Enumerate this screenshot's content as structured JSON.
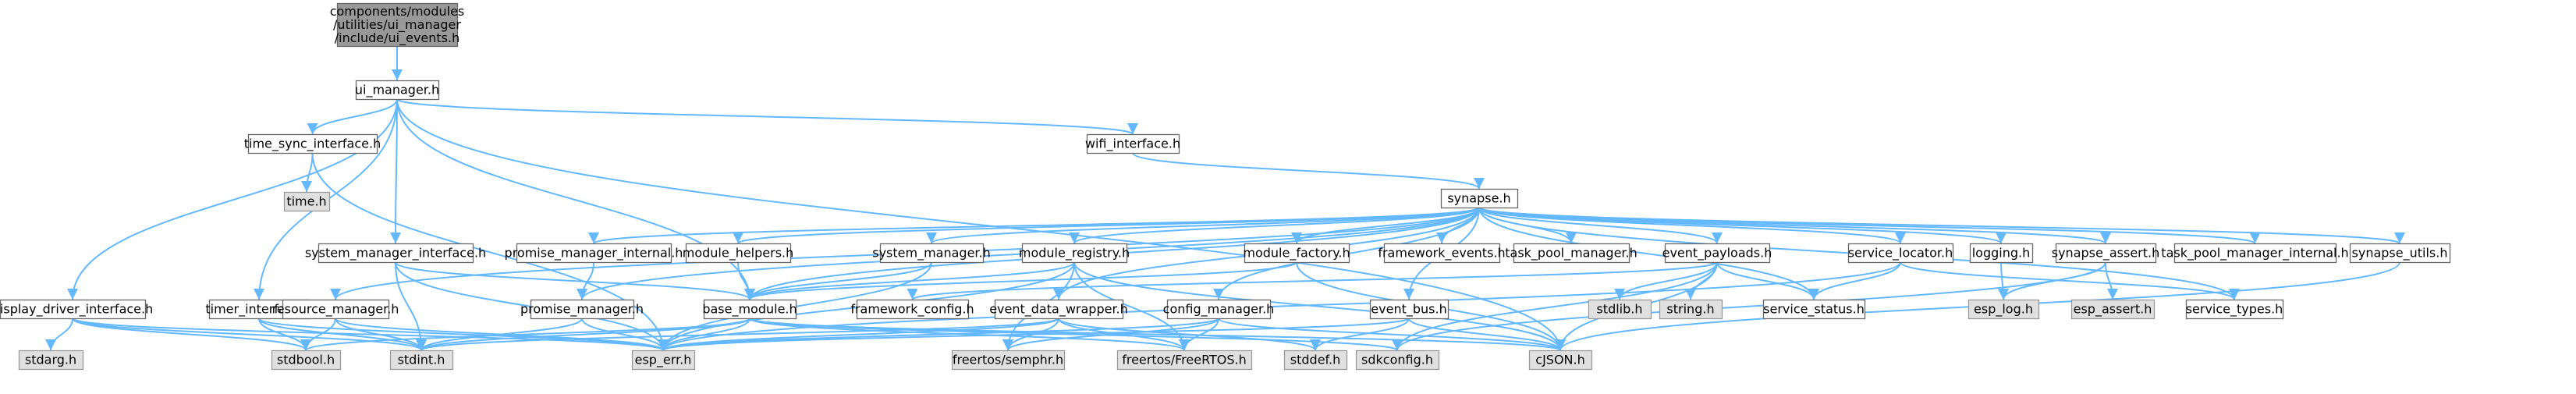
{
  "colors": {
    "edge": "#63b8ff",
    "documented_fill": "#ffffff",
    "undocumented_fill": "#e0e0e0",
    "root_fill": "#999999",
    "border": "#666666"
  },
  "graph": {
    "nodes": [
      {
        "id": "root",
        "lines": [
          "components/modules",
          "/utilities/ui_manager",
          "/include/ui_events.h"
        ],
        "kind": "root"
      },
      {
        "id": "ui_manager",
        "lines": [
          "ui_manager.h"
        ],
        "kind": "doc"
      },
      {
        "id": "time_sync_interface",
        "lines": [
          "time_sync_interface.h"
        ],
        "kind": "doc"
      },
      {
        "id": "wifi_interface",
        "lines": [
          "wifi_interface.h"
        ],
        "kind": "doc"
      },
      {
        "id": "time",
        "lines": [
          "time.h"
        ],
        "kind": "ext"
      },
      {
        "id": "synapse",
        "lines": [
          "synapse.h"
        ],
        "kind": "doc"
      },
      {
        "id": "system_manager_interface",
        "lines": [
          "system_manager_interface.h"
        ],
        "kind": "doc"
      },
      {
        "id": "promise_manager_internal",
        "lines": [
          "promise_manager_internal.h"
        ],
        "kind": "doc"
      },
      {
        "id": "module_helpers",
        "lines": [
          "module_helpers.h"
        ],
        "kind": "doc"
      },
      {
        "id": "system_manager",
        "lines": [
          "system_manager.h"
        ],
        "kind": "doc"
      },
      {
        "id": "module_registry",
        "lines": [
          "module_registry.h"
        ],
        "kind": "doc"
      },
      {
        "id": "module_factory",
        "lines": [
          "module_factory.h"
        ],
        "kind": "doc"
      },
      {
        "id": "framework_events",
        "lines": [
          "framework_events.h"
        ],
        "kind": "doc"
      },
      {
        "id": "task_pool_manager",
        "lines": [
          "task_pool_manager.h"
        ],
        "kind": "doc"
      },
      {
        "id": "event_payloads",
        "lines": [
          "event_payloads.h"
        ],
        "kind": "doc"
      },
      {
        "id": "service_locator",
        "lines": [
          "service_locator.h"
        ],
        "kind": "doc"
      },
      {
        "id": "logging",
        "lines": [
          "logging.h"
        ],
        "kind": "doc"
      },
      {
        "id": "synapse_assert",
        "lines": [
          "synapse_assert.h"
        ],
        "kind": "doc"
      },
      {
        "id": "task_pool_manager_internal",
        "lines": [
          "task_pool_manager_internal.h"
        ],
        "kind": "doc"
      },
      {
        "id": "synapse_utils",
        "lines": [
          "synapse_utils.h"
        ],
        "kind": "doc"
      },
      {
        "id": "display_driver_interface",
        "lines": [
          "display_driver_interface.h"
        ],
        "kind": "doc"
      },
      {
        "id": "timer_interface",
        "lines": [
          "timer_interface.h"
        ],
        "kind": "doc"
      },
      {
        "id": "resource_manager",
        "lines": [
          "resource_manager.h"
        ],
        "kind": "doc"
      },
      {
        "id": "promise_manager",
        "lines": [
          "promise_manager.h"
        ],
        "kind": "doc"
      },
      {
        "id": "base_module",
        "lines": [
          "base_module.h"
        ],
        "kind": "doc"
      },
      {
        "id": "framework_config",
        "lines": [
          "framework_config.h"
        ],
        "kind": "doc"
      },
      {
        "id": "event_data_wrapper",
        "lines": [
          "event_data_wrapper.h"
        ],
        "kind": "doc"
      },
      {
        "id": "config_manager",
        "lines": [
          "config_manager.h"
        ],
        "kind": "doc"
      },
      {
        "id": "event_bus",
        "lines": [
          "event_bus.h"
        ],
        "kind": "doc"
      },
      {
        "id": "stdlib",
        "lines": [
          "stdlib.h"
        ],
        "kind": "ext"
      },
      {
        "id": "string",
        "lines": [
          "string.h"
        ],
        "kind": "ext"
      },
      {
        "id": "service_status",
        "lines": [
          "service_status.h"
        ],
        "kind": "doc"
      },
      {
        "id": "esp_log",
        "lines": [
          "esp_log.h"
        ],
        "kind": "ext"
      },
      {
        "id": "esp_assert",
        "lines": [
          "esp_assert.h"
        ],
        "kind": "ext"
      },
      {
        "id": "service_types",
        "lines": [
          "service_types.h"
        ],
        "kind": "doc"
      },
      {
        "id": "stdarg",
        "lines": [
          "stdarg.h"
        ],
        "kind": "ext"
      },
      {
        "id": "stdbool",
        "lines": [
          "stdbool.h"
        ],
        "kind": "ext"
      },
      {
        "id": "stdint",
        "lines": [
          "stdint.h"
        ],
        "kind": "ext"
      },
      {
        "id": "esp_err",
        "lines": [
          "esp_err.h"
        ],
        "kind": "ext"
      },
      {
        "id": "freertos_semphr",
        "lines": [
          "freertos/semphr.h"
        ],
        "kind": "ext"
      },
      {
        "id": "freertos_FreeRTOS",
        "lines": [
          "freertos/FreeRTOS.h"
        ],
        "kind": "ext"
      },
      {
        "id": "stddef",
        "lines": [
          "stddef.h"
        ],
        "kind": "ext"
      },
      {
        "id": "sdkconfig",
        "lines": [
          "sdkconfig.h"
        ],
        "kind": "ext"
      },
      {
        "id": "cJSON",
        "lines": [
          "cJSON.h"
        ],
        "kind": "ext"
      }
    ],
    "edges": [
      [
        "root",
        "ui_manager"
      ],
      [
        "ui_manager",
        "time_sync_interface"
      ],
      [
        "ui_manager",
        "wifi_interface"
      ],
      [
        "ui_manager",
        "system_manager_interface"
      ],
      [
        "ui_manager",
        "display_driver_interface"
      ],
      [
        "ui_manager",
        "timer_interface"
      ],
      [
        "ui_manager",
        "base_module"
      ],
      [
        "ui_manager",
        "cJSON"
      ],
      [
        "time_sync_interface",
        "time"
      ],
      [
        "time_sync_interface",
        "esp_err"
      ],
      [
        "wifi_interface",
        "synapse"
      ],
      [
        "synapse",
        "promise_manager_internal"
      ],
      [
        "synapse",
        "module_helpers"
      ],
      [
        "synapse",
        "system_manager"
      ],
      [
        "synapse",
        "module_registry"
      ],
      [
        "synapse",
        "module_factory"
      ],
      [
        "synapse",
        "framework_events"
      ],
      [
        "synapse",
        "task_pool_manager"
      ],
      [
        "synapse",
        "event_payloads"
      ],
      [
        "synapse",
        "service_locator"
      ],
      [
        "synapse",
        "logging"
      ],
      [
        "synapse",
        "synapse_assert"
      ],
      [
        "synapse",
        "task_pool_manager_internal"
      ],
      [
        "synapse",
        "synapse_utils"
      ],
      [
        "synapse",
        "resource_manager"
      ],
      [
        "synapse",
        "promise_manager"
      ],
      [
        "synapse",
        "base_module"
      ],
      [
        "synapse",
        "event_data_wrapper"
      ],
      [
        "synapse",
        "config_manager"
      ],
      [
        "synapse",
        "event_bus"
      ],
      [
        "synapse",
        "service_status"
      ],
      [
        "synapse",
        "service_types"
      ],
      [
        "system_manager_interface",
        "base_module"
      ],
      [
        "system_manager_interface",
        "esp_err"
      ],
      [
        "system_manager_interface",
        "stdint"
      ],
      [
        "promise_manager_internal",
        "promise_manager"
      ],
      [
        "module_helpers",
        "base_module"
      ],
      [
        "system_manager",
        "base_module"
      ],
      [
        "system_manager",
        "esp_err"
      ],
      [
        "module_registry",
        "base_module"
      ],
      [
        "module_registry",
        "esp_err"
      ],
      [
        "module_registry",
        "freertos_semphr"
      ],
      [
        "module_registry",
        "freertos_FreeRTOS"
      ],
      [
        "module_registry",
        "cJSON"
      ],
      [
        "module_factory",
        "base_module"
      ],
      [
        "module_factory",
        "cJSON"
      ],
      [
        "event_payloads",
        "stdlib"
      ],
      [
        "event_payloads",
        "string"
      ],
      [
        "event_payloads",
        "service_status"
      ],
      [
        "event_payloads",
        "cJSON"
      ],
      [
        "event_payloads",
        "framework_config"
      ],
      [
        "event_payloads",
        "sdkconfig"
      ],
      [
        "service_locator",
        "service_status"
      ],
      [
        "service_locator",
        "service_types"
      ],
      [
        "service_locator",
        "esp_err"
      ],
      [
        "logging",
        "esp_log"
      ],
      [
        "synapse_assert",
        "esp_log"
      ],
      [
        "synapse_assert",
        "esp_assert"
      ],
      [
        "synapse_assert",
        "sdkconfig"
      ],
      [
        "synapse_utils",
        "cJSON"
      ],
      [
        "display_driver_interface",
        "stdarg"
      ],
      [
        "display_driver_interface",
        "stdbool"
      ],
      [
        "display_driver_interface",
        "stdint"
      ],
      [
        "display_driver_interface",
        "esp_err"
      ],
      [
        "timer_interface",
        "stdbool"
      ],
      [
        "timer_interface",
        "stdint"
      ],
      [
        "timer_interface",
        "esp_err"
      ],
      [
        "resource_manager",
        "stdbool"
      ],
      [
        "resource_manager",
        "stdint"
      ],
      [
        "resource_manager",
        "esp_err"
      ],
      [
        "promise_manager",
        "esp_err"
      ],
      [
        "promise_manager",
        "stdint"
      ],
      [
        "base_module",
        "stdbool"
      ],
      [
        "base_module",
        "stdint"
      ],
      [
        "base_module",
        "esp_err"
      ],
      [
        "base_module",
        "freertos_FreeRTOS"
      ],
      [
        "base_module",
        "cJSON"
      ],
      [
        "base_module",
        "sdkconfig"
      ],
      [
        "event_data_wrapper",
        "stdint"
      ],
      [
        "event_data_wrapper",
        "stddef"
      ],
      [
        "event_data_wrapper",
        "freertos_FreeRTOS"
      ],
      [
        "event_data_wrapper",
        "freertos_semphr"
      ],
      [
        "event_data_wrapper",
        "esp_err"
      ],
      [
        "config_manager",
        "esp_err"
      ],
      [
        "config_manager",
        "freertos_FreeRTOS"
      ],
      [
        "config_manager",
        "freertos_semphr"
      ],
      [
        "config_manager",
        "cJSON"
      ],
      [
        "event_bus",
        "stddef"
      ],
      [
        "event_bus",
        "esp_err"
      ],
      [
        "event_bus",
        "cJSON"
      ]
    ]
  }
}
